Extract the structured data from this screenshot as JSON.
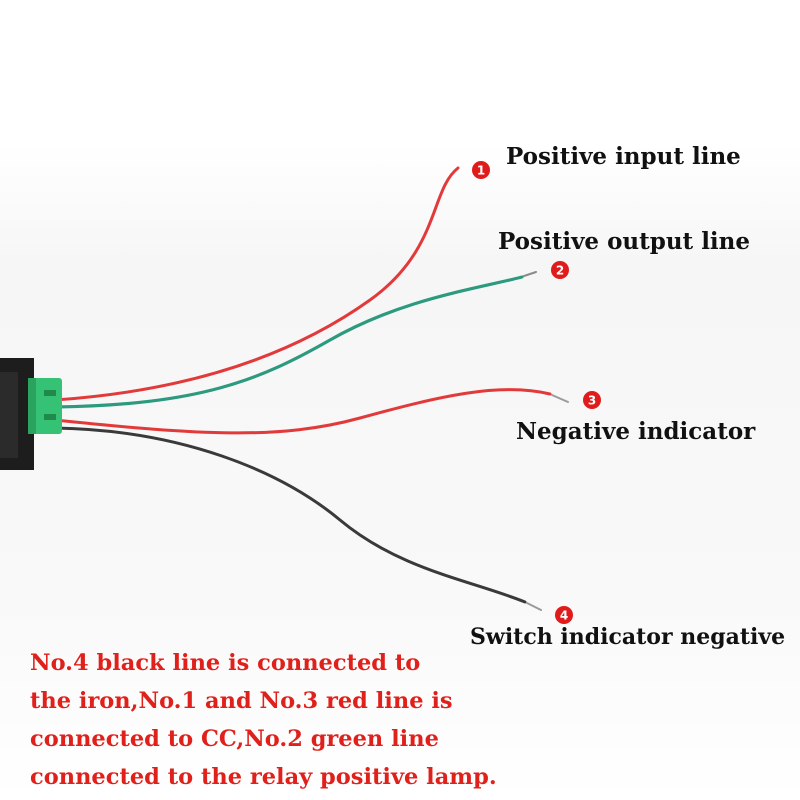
{
  "colors": {
    "red_wire": "#e23a3a",
    "green_wire": "#2c9a7e",
    "black_wire": "#3a3a3a",
    "badge": "#e01b1b",
    "connector": "#36c275",
    "housing": "#1d1d1d",
    "note_text": "#e0201a"
  },
  "labels": {
    "line1": {
      "number": "1",
      "text": "Positive input line"
    },
    "line2": {
      "number": "2",
      "text": "Positive output line"
    },
    "line3": {
      "number": "3",
      "text": "Negative indicator"
    },
    "line4": {
      "number": "4",
      "text": "Switch indicator negative"
    }
  },
  "note": {
    "lines": [
      "No.4 black line is connected to",
      "the iron,No.1 and No.3 red line is",
      "connected to CC,No.2 green line",
      "connected to the relay positive lamp."
    ]
  }
}
